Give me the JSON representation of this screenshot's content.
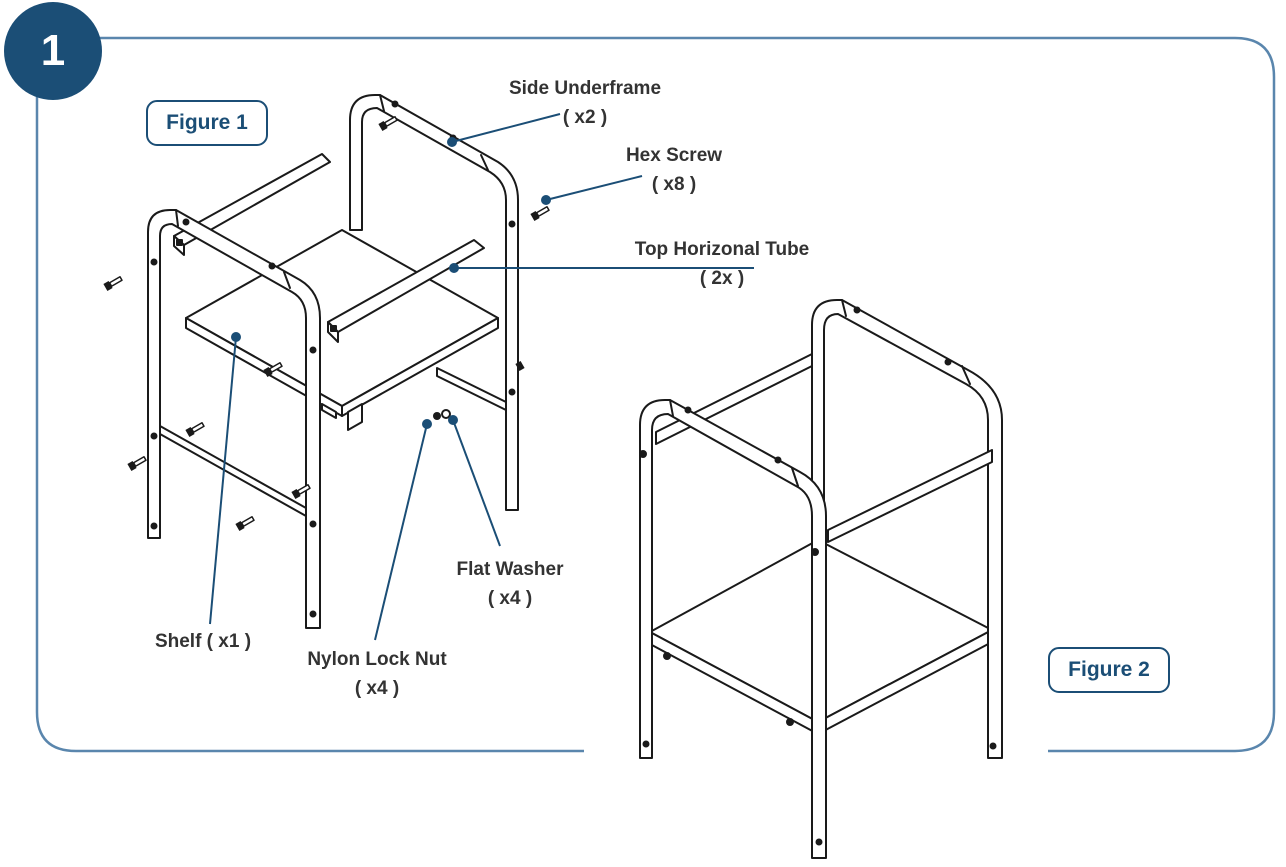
{
  "step": {
    "number": "1"
  },
  "figures": {
    "figure1_label": "Figure 1",
    "figure2_label": "Figure 2"
  },
  "callouts": {
    "side_underframe": {
      "name": "Side Underframe",
      "qty": "( x2 )"
    },
    "hex_screw": {
      "name": "Hex Screw",
      "qty": "( x8 )"
    },
    "top_horizontal_tube": {
      "name": "Top Horizonal Tube",
      "qty": "( 2x )"
    },
    "flat_washer": {
      "name": "Flat Washer",
      "qty": "( x4 )"
    },
    "shelf": {
      "name": "Shelf ( x1 )"
    },
    "nylon_lock_nut": {
      "name": "Nylon Lock Nut",
      "qty": "( x4 )"
    }
  },
  "colors": {
    "accent": "#1b4e76",
    "frame_border": "#5a86ad",
    "text": "#333333",
    "line_art": "#1a1a1a"
  }
}
